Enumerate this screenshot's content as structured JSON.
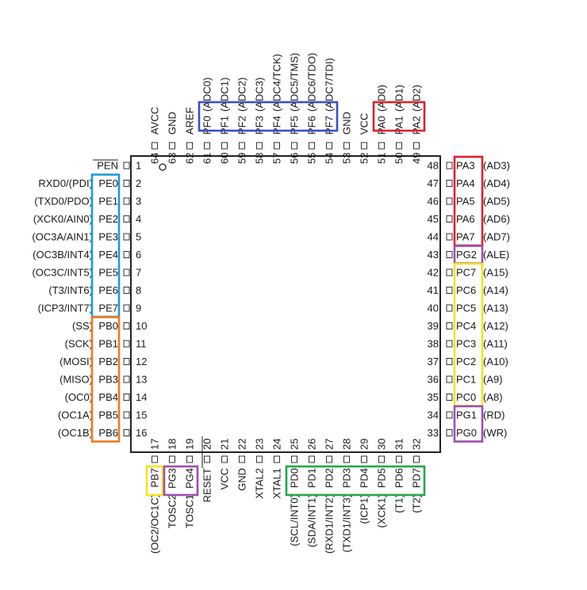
{
  "chip": {
    "left": [
      {
        "num": "1",
        "name": "PEN",
        "overline": true
      },
      {
        "num": "2",
        "name": "PE0",
        "alt": "RXD0/(PDI)"
      },
      {
        "num": "3",
        "name": "PE1",
        "alt": "(TXD0/PDO)"
      },
      {
        "num": "4",
        "name": "PE2",
        "alt": "(XCK0/AIN0)"
      },
      {
        "num": "5",
        "name": "PE3",
        "alt": "(OC3A/AIN1)"
      },
      {
        "num": "6",
        "name": "PE4",
        "alt": "(OC3B/INT4)"
      },
      {
        "num": "7",
        "name": "PE5",
        "alt": "(OC3C/INT5)"
      },
      {
        "num": "8",
        "name": "PE6",
        "alt": "(T3/INT6)"
      },
      {
        "num": "9",
        "name": "PE7",
        "alt": "(ICP3/INT7)"
      },
      {
        "num": "10",
        "name": "PB0",
        "alt": "(SS)"
      },
      {
        "num": "11",
        "name": "PB1",
        "alt": "(SCK)"
      },
      {
        "num": "12",
        "name": "PB2",
        "alt": "(MOSI)"
      },
      {
        "num": "13",
        "name": "PB3",
        "alt": "(MISO)"
      },
      {
        "num": "14",
        "name": "PB4",
        "alt": "(OC0)"
      },
      {
        "num": "15",
        "name": "PB5",
        "alt": "(OC1A)"
      },
      {
        "num": "16",
        "name": "PB6",
        "alt": "(OC1B)"
      }
    ],
    "right": [
      {
        "num": "48",
        "name": "PA3",
        "alt": "(AD3)"
      },
      {
        "num": "47",
        "name": "PA4",
        "alt": "(AD4)"
      },
      {
        "num": "46",
        "name": "PA5",
        "alt": "(AD5)"
      },
      {
        "num": "45",
        "name": "PA6",
        "alt": "(AD6)"
      },
      {
        "num": "44",
        "name": "PA7",
        "alt": "(AD7)"
      },
      {
        "num": "43",
        "name": "PG2",
        "alt": "(ALE)"
      },
      {
        "num": "42",
        "name": "PC7",
        "alt": "(A15)"
      },
      {
        "num": "41",
        "name": "PC6",
        "alt": "(A14)"
      },
      {
        "num": "40",
        "name": "PC5",
        "alt": "(A13)"
      },
      {
        "num": "39",
        "name": "PC4",
        "alt": "(A12)"
      },
      {
        "num": "38",
        "name": "PC3",
        "alt": "(A11)"
      },
      {
        "num": "37",
        "name": "PC2",
        "alt": "(A10)"
      },
      {
        "num": "36",
        "name": "PC1",
        "alt": "(A9)"
      },
      {
        "num": "35",
        "name": "PC0",
        "alt": "(A8)"
      },
      {
        "num": "34",
        "name": "PG1",
        "alt": "(RD)"
      },
      {
        "num": "33",
        "name": "PG0",
        "alt": "(WR)"
      }
    ],
    "top": [
      {
        "num": "64",
        "name": "AVCC"
      },
      {
        "num": "63",
        "name": "GND"
      },
      {
        "num": "62",
        "name": "AREF"
      },
      {
        "num": "61",
        "name": "PF0",
        "alt": "(ADC0)"
      },
      {
        "num": "60",
        "name": "PF1",
        "alt": "(ADC1)"
      },
      {
        "num": "59",
        "name": "PF2",
        "alt": "(ADC2)"
      },
      {
        "num": "58",
        "name": "PF3",
        "alt": "(ADC3)"
      },
      {
        "num": "57",
        "name": "PF4",
        "alt": "(ADC4/TCK)"
      },
      {
        "num": "56",
        "name": "PF5",
        "alt": "(ADC5/TMS)"
      },
      {
        "num": "55",
        "name": "PF6",
        "alt": "(ADC6/TDO)"
      },
      {
        "num": "54",
        "name": "PF7",
        "alt": "(ADC7/TDI)"
      },
      {
        "num": "53",
        "name": "GND"
      },
      {
        "num": "52",
        "name": "VCC"
      },
      {
        "num": "51",
        "name": "PA0",
        "alt": "(AD0)"
      },
      {
        "num": "50",
        "name": "PA1",
        "alt": "(AD1)"
      },
      {
        "num": "49",
        "name": "PA2",
        "alt": "(AD2)"
      }
    ],
    "bottom": [
      {
        "num": "17",
        "name": "PB7",
        "alt": "(OC2/OC1C)"
      },
      {
        "num": "18",
        "name": "PG3",
        "alt": "TOSC2"
      },
      {
        "num": "19",
        "name": "PG4",
        "alt": "TOSC1"
      },
      {
        "num": "20",
        "name": "RESET",
        "overline": true
      },
      {
        "num": "21",
        "name": "VCC"
      },
      {
        "num": "22",
        "name": "GND"
      },
      {
        "num": "23",
        "name": "XTAL2"
      },
      {
        "num": "24",
        "name": "XTAL1"
      },
      {
        "num": "25",
        "name": "PD0",
        "alt": "(SCL/INT0)"
      },
      {
        "num": "26",
        "name": "PD1",
        "alt": "(SDA/INT1)"
      },
      {
        "num": "27",
        "name": "PD2",
        "alt": "(RXD1/INT2)"
      },
      {
        "num": "28",
        "name": "PD3",
        "alt": "(TXD1/INT3)"
      },
      {
        "num": "29",
        "name": "PD4",
        "alt": "(ICP1)"
      },
      {
        "num": "30",
        "name": "PD5",
        "alt": "(XCK1)"
      },
      {
        "num": "31",
        "name": "PD6",
        "alt": "(T1)"
      },
      {
        "num": "32",
        "name": "PD7",
        "alt": "(T2)"
      }
    ]
  },
  "groups": [
    {
      "name": "PF",
      "color": "#3a4fc4",
      "side": "top",
      "from": 3,
      "to": 10
    },
    {
      "name": "PA-top",
      "color": "#e0202a",
      "side": "top",
      "from": 13,
      "to": 15
    },
    {
      "name": "PA-right",
      "color": "#e0202a",
      "side": "right",
      "from": 0,
      "to": 4
    },
    {
      "name": "PG2",
      "color": "#9b4fb0",
      "side": "right",
      "from": 5,
      "to": 5
    },
    {
      "name": "PC",
      "color": "#f2e51c",
      "side": "right",
      "from": 6,
      "to": 13
    },
    {
      "name": "PG0-1",
      "color": "#9b4fb0",
      "side": "right",
      "from": 14,
      "to": 15
    },
    {
      "name": "PE",
      "color": "#1f9ad8",
      "side": "left",
      "from": 1,
      "to": 8
    },
    {
      "name": "PB",
      "color": "#ee7a22",
      "side": "left",
      "from": 9,
      "to": 15
    },
    {
      "name": "PB7",
      "color": "#f2e51c",
      "side": "bottom",
      "from": 0,
      "to": 0
    },
    {
      "name": "PG3-4",
      "color": "#9b4fb0",
      "side": "bottom",
      "from": 1,
      "to": 2
    },
    {
      "name": "PD",
      "color": "#22a84a",
      "side": "bottom",
      "from": 8,
      "to": 15
    }
  ]
}
